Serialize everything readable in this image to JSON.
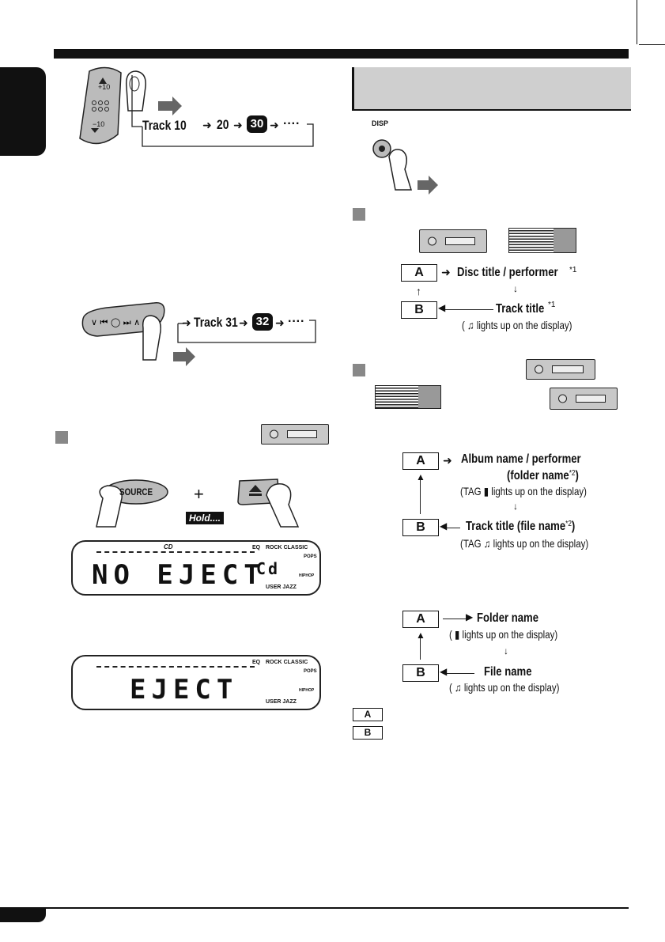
{
  "page": {
    "top_bar_color": "#111111",
    "side_tab_color": "#111111",
    "header_box_color": "#cfcfcf"
  },
  "left": {
    "remote_plus": "+10",
    "remote_minus": "−10",
    "skip_sequence": {
      "label": "Track 10",
      "v2": "20",
      "v3": "30",
      "dots": "····"
    },
    "skip_sequence2": {
      "label": "Track 31",
      "v2": "32",
      "dots": "····"
    },
    "source_button": "SOURCE",
    "plus": "+",
    "hold_label": "Hold....",
    "eject_icon": "eject-icon",
    "lcd1": {
      "main": "NO EJECT",
      "side": "Cd",
      "cd_label": "CD",
      "eq": "EQ",
      "rock": "ROCK",
      "classic": "CLASSIC",
      "pops": "POPS",
      "user": "USER",
      "jazz": "JAZZ",
      "hiphop": "HIPHOP"
    },
    "lcd2": {
      "main": "EJECT",
      "eq": "EQ",
      "rock": "ROCK",
      "classic": "CLASSIC",
      "pops": "POPS",
      "user": "USER",
      "jazz": "JAZZ",
      "hiphop": "HIPHOP"
    }
  },
  "right": {
    "disp_label": "DISP",
    "section1": {
      "a_label": "A",
      "b_label": "B",
      "a_text": "Disc title / performer",
      "a_note": "*1",
      "b_text": "Track title",
      "b_note": "*1",
      "b_sub_pre": "(",
      "b_sub": "lights up on the display)"
    },
    "section2": {
      "a_label": "A",
      "b_label": "B",
      "a_text": "Album name / performer",
      "a_text2": "(folder name",
      "a_note2": "*2",
      "a_close": ")",
      "a_sub": "(TAG",
      "a_sub2": "lights up on the display)",
      "b_text": "Track title (file name",
      "b_note": "*2",
      "b_close": ")",
      "b_sub": "(TAG",
      "b_sub2": "lights up on the display)"
    },
    "section3": {
      "a_label": "A",
      "b_label": "B",
      "a_text": "Folder name",
      "a_sub_pre": "(",
      "a_sub": "lights up on the display)",
      "b_text": "File name",
      "b_sub_pre": "(",
      "b_sub": "lights up on the display)"
    },
    "legend_a": "A",
    "legend_b": "B"
  }
}
